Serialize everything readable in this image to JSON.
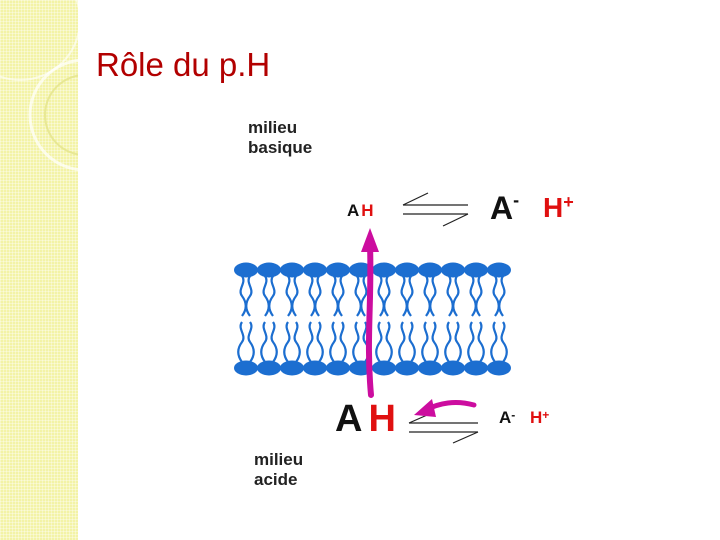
{
  "slide": {
    "title": "Rôle du p.H"
  },
  "diagram": {
    "top_medium": {
      "line1": "milieu",
      "line2": "basique"
    },
    "bottom_medium": {
      "line1": "milieu",
      "line2": "acide"
    },
    "top_equilibrium": {
      "a": "A",
      "h": "H",
      "anion": "A",
      "anion_charge": "-",
      "proton": "H",
      "proton_charge": "+"
    },
    "bottom_equilibrium": {
      "a": "A",
      "h": "H",
      "anion": "A",
      "anion_charge": "-",
      "proton": "H",
      "proton_charge": "+"
    },
    "colors": {
      "membrane": "#1c6ed0",
      "arrow": "#cc0d9f",
      "proton": "#e01010",
      "title": "#b20000",
      "side_band": "#f3f3a6"
    }
  }
}
